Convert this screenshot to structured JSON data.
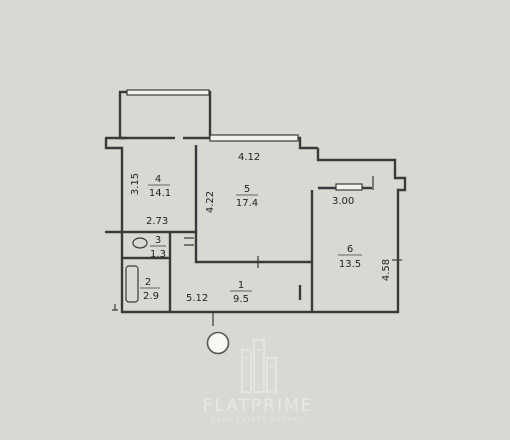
{
  "plan": {
    "rooms": [
      {
        "id": "4",
        "number": "4",
        "area": "14.1"
      },
      {
        "id": "5",
        "number": "5",
        "area": "17.4"
      },
      {
        "id": "6",
        "number": "6",
        "area": "13.5"
      },
      {
        "id": "3",
        "number": "3",
        "area": "1.3"
      },
      {
        "id": "2",
        "number": "2",
        "area": "2.9"
      },
      {
        "id": "1",
        "number": "1",
        "area": "9.5"
      }
    ],
    "dimensions": {
      "room4_height": "3.15",
      "room4_width": "2.73",
      "room5_width": "4.12",
      "room5_height": "4.22",
      "room6_width": "3.00",
      "room6_height": "4.58",
      "hall_width": "5.12"
    }
  },
  "watermark": {
    "brand": "FLATPRIME",
    "tagline": "REAL ESTATE AGENCY"
  },
  "colors": {
    "paper": "#d9d9d4",
    "wall": "#3a3a3a",
    "watermark": "#eceae4"
  }
}
